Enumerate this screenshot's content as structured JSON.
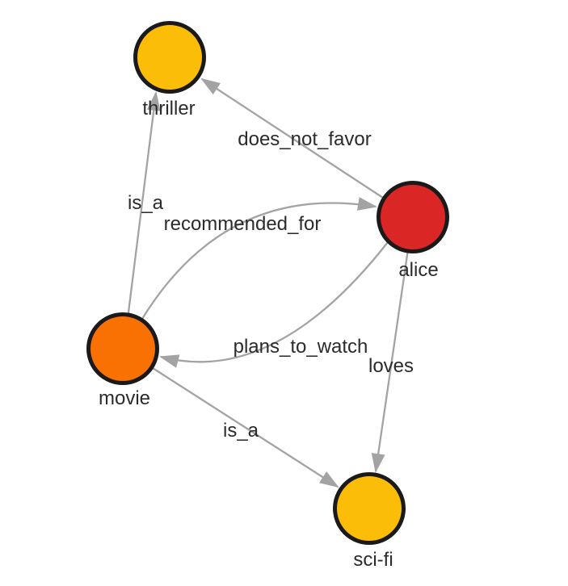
{
  "graph": {
    "style": {
      "background": "#ffffff",
      "edge_color": "#a3a3a3",
      "node_border_color": "#1a1a1a",
      "label_color": "#2b2b2b"
    },
    "nodes": [
      {
        "label": "thriller",
        "color": "#FBBD08"
      },
      {
        "label": "alice",
        "color": "#DB2626"
      },
      {
        "label": "movie",
        "color": "#F87102"
      },
      {
        "label": "sci-fi",
        "color": "#FBBD08"
      }
    ],
    "edges": [
      {
        "from": "alice",
        "to": "thriller",
        "label": "does_not_favor"
      },
      {
        "from": "movie",
        "to": "thriller",
        "label": "is_a"
      },
      {
        "from": "movie",
        "to": "alice",
        "label": "recommended_for"
      },
      {
        "from": "alice",
        "to": "movie",
        "label": "plans_to_watch"
      },
      {
        "from": "alice",
        "to": "sci-fi",
        "label": "loves"
      },
      {
        "from": "movie",
        "to": "sci-fi",
        "label": "is_a"
      }
    ]
  }
}
